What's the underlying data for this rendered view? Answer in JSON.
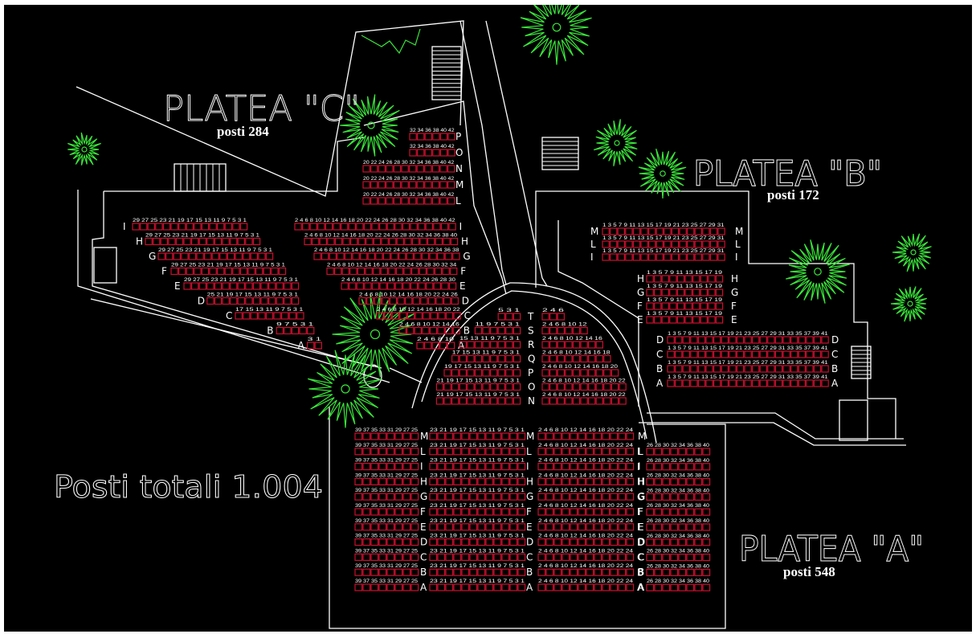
{
  "sections": {
    "c": {
      "title": "PLATEA \"C\"",
      "seats": "posti 284"
    },
    "b": {
      "title": "PLATEA \"B\"",
      "seats": "posti 172"
    },
    "a": {
      "title": "PLATEA \"A\"",
      "seats": "posti 548"
    }
  },
  "total": "Posti totali 1.004",
  "colors": {
    "background": "#000000",
    "lines": "#ffffff",
    "seats": "#c8102e",
    "trees": "#39e639"
  },
  "blocks": [
    {
      "id": "c-top",
      "rows": [
        {
          "row": "P",
          "nums": "32 34 36 38 40 42",
          "n": 6
        },
        {
          "row": "O",
          "nums": "32 34 36 38 40 42",
          "n": 6
        },
        {
          "row": "N",
          "nums": "20 22 24 26 28 30 32 34 36 38 40 42",
          "n": 12
        },
        {
          "row": "M",
          "nums": "20 22 24 26 28 30 32 34 36 38 40 42",
          "n": 12
        },
        {
          "row": "L",
          "nums": "20 22 24 26 28 30 32 34 36 38 40 42",
          "n": 12
        }
      ]
    },
    {
      "id": "c-left",
      "rows": [
        {
          "row": "I",
          "nums": "29 27 25 23 21 19 17 15 13 11 9 7 5 3 1",
          "n": 15
        },
        {
          "row": "H",
          "nums": "29 27 25 23 21 19 17 15 13 11 9 7 5 3 1",
          "n": 15
        },
        {
          "row": "G",
          "nums": "29 27 25 23 21 19 17 15 13 11 9 7 5 3 1",
          "n": 15
        },
        {
          "row": "F",
          "nums": "29 27 25 23 21 19 17 15 13 11 9 7 5 3 1",
          "n": 15
        },
        {
          "row": "E",
          "nums": "29 27 25 23 21 19 17 15 13 11 9 7 5 3 1",
          "n": 15
        },
        {
          "row": "D",
          "nums": "25 21 19 17 15 13 11 9 7 5 3 1",
          "n": 12
        },
        {
          "row": "C",
          "nums": "17 15 13 11 9 7 5 3 1",
          "n": 9
        },
        {
          "row": "B",
          "nums": "9 7 5 3 1",
          "n": 5
        },
        {
          "row": "A",
          "nums": "3 1",
          "n": 2
        }
      ]
    },
    {
      "id": "c-right",
      "rows": [
        {
          "row": "I",
          "nums": "2 4 6 8 10 12 14 16 18 20 22 24 26 28 30 32 34 36 38 40 42",
          "n": 21
        },
        {
          "row": "H",
          "nums": "2 4 6 8 10 12 14 16 18 20 22 24 26 28 30 32 34 36 38 40",
          "n": 20
        },
        {
          "row": "G",
          "nums": "2 4 6 8 10 12 14 16 18 20 22 24 26 28 30 32 34 36 38",
          "n": 19
        },
        {
          "row": "F",
          "nums": "2 4 6 8 10 12 14 16 18 20 22 24 26 28 30 32 34",
          "n": 17
        },
        {
          "row": "E",
          "nums": "2 4 6 8 10 12 14 16 18 20 22 24 26 28 30",
          "n": 15
        },
        {
          "row": "D",
          "nums": "2 4 6 8 10 12 14 16 18 20 22 24 26",
          "n": 13
        },
        {
          "row": "C",
          "nums": "2 4 6 8 10 12 14 16 18 20 22",
          "n": 11
        },
        {
          "row": "B",
          "nums": "2 4 6 8 10 12 14 16",
          "n": 8
        },
        {
          "row": "A",
          "nums": "2 4 6 8 10",
          "n": 5
        }
      ]
    },
    {
      "id": "b-top",
      "rows": [
        {
          "row": "M",
          "nums": "1 3 5 7 9 11 13 15 17 19 21 23 25 27 29 31",
          "n": 16
        },
        {
          "row": "L",
          "nums": "1 3 5 7 9 11 13 15 17 19 21 23 25 27 29 31",
          "n": 16
        },
        {
          "row": "I",
          "nums": "1 3 5 7 9 11 13 15 17 19 21 23 25 27 29 31",
          "n": 16
        }
      ]
    },
    {
      "id": "b-mid",
      "rows": [
        {
          "row": "H",
          "nums": "1 3 5 7 9 11 13 15 17 19",
          "n": 10
        },
        {
          "row": "G",
          "nums": "1 3 5 7 9 11 13 15 17 19",
          "n": 10
        },
        {
          "row": "F",
          "nums": "1 3 5 7 9 11 13 15 17 19",
          "n": 10
        },
        {
          "row": "E",
          "nums": "1 3 5 7 9 11 13 15 17 19",
          "n": 10
        }
      ]
    },
    {
      "id": "b-bot",
      "rows": [
        {
          "row": "D",
          "nums": "1 3 5 7 9 11 13 15 17 19 21 23 25 27 29 31 33 35 37 39 41",
          "n": 21
        },
        {
          "row": "C",
          "nums": "1 3 5 7 9 11 13 15 17 19 21 23 25 27 29 31 33 35 37 39 41",
          "n": 21
        },
        {
          "row": "B",
          "nums": "1 3 5 7 9 11 13 15 17 19 21 23 25 27 29 31 33 35 37 39 41",
          "n": 21
        },
        {
          "row": "A",
          "nums": "1 3 5 7 9 11 13 15 17 19 21 23 25 27 29 31 33 35 37 39 41",
          "n": 21
        }
      ]
    },
    {
      "id": "stage-left",
      "rows": [
        {
          "row": "T",
          "nums": "5 3 1",
          "n": 3
        },
        {
          "row": "S",
          "nums": "11 9 7 5 3 1",
          "n": 6
        },
        {
          "row": "R",
          "nums": "15 13 11 9 7 5 3 1",
          "n": 8
        },
        {
          "row": "Q",
          "nums": "17 15 13 11 9 7 5 3 1",
          "n": 9
        },
        {
          "row": "P",
          "nums": "19 17 15 13 11 9 7 5 3 1",
          "n": 10
        },
        {
          "row": "O",
          "nums": "21 19 17 15 13 11 9 7 5 3 1",
          "n": 11
        },
        {
          "row": "N",
          "nums": "21 19 17 15 13 11 9 7 5 3 1",
          "n": 11
        }
      ]
    },
    {
      "id": "stage-right",
      "rows": [
        {
          "row": "T",
          "nums": "2 4 6",
          "n": 3
        },
        {
          "row": "S",
          "nums": "2 4 6 8 10 12",
          "n": 6
        },
        {
          "row": "R",
          "nums": "2 4 6 8 10 12 14 16",
          "n": 8
        },
        {
          "row": "Q",
          "nums": "2 4 6 8 10 12 14 16 18",
          "n": 9
        },
        {
          "row": "P",
          "nums": "2 4 6 8 10 12 14 16 18 20",
          "n": 10
        },
        {
          "row": "O",
          "nums": "2 4 6 8 10 12 14 16 18 20 22",
          "n": 11
        },
        {
          "row": "N",
          "nums": "2 4 6 8 10 12 14 16 18 20 22",
          "n": 11
        }
      ]
    },
    {
      "id": "a-1",
      "rows": [
        {
          "row": "M",
          "nums": "39 37 35 33 31 29 27 25",
          "n": 8
        },
        {
          "row": "L",
          "nums": "39 37 35 33 31 29 27 25",
          "n": 8
        },
        {
          "row": "I",
          "nums": "39 37 35 33 31 29 27 25",
          "n": 8
        },
        {
          "row": "H",
          "nums": "39 37 35 33 31 29 27 25",
          "n": 8
        },
        {
          "row": "G",
          "nums": "39 37 35 33 31 29 27 25",
          "n": 8
        },
        {
          "row": "F",
          "nums": "39 37 35 33 31 29 27 25",
          "n": 8
        },
        {
          "row": "E",
          "nums": "39 37 35 33 31 29 27 25",
          "n": 8
        },
        {
          "row": "D",
          "nums": "39 37 35 33 31 29 27 25",
          "n": 8
        },
        {
          "row": "C",
          "nums": "39 37 35 33 31 29 27 25",
          "n": 8
        },
        {
          "row": "B",
          "nums": "39 37 35 33 31 29 27 25",
          "n": 8
        },
        {
          "row": "A",
          "nums": "39 37 35 33 31 29 27 25",
          "n": 8
        }
      ]
    },
    {
      "id": "a-2",
      "rows": [
        {
          "row": "M",
          "nums": "23 21 19 17 15 13 11 9 7 5 3 1",
          "n": 12
        },
        {
          "row": "L",
          "nums": "23 21 19 17 15 13 11 9 7 5 3 1",
          "n": 12
        },
        {
          "row": "I",
          "nums": "23 21 19 17 15 13 11 9 7 5 3 1",
          "n": 12
        },
        {
          "row": "H",
          "nums": "23 21 19 17 15 13 11 9 7 5 3 1",
          "n": 12
        },
        {
          "row": "G",
          "nums": "23 21 19 17 15 13 11 9 7 5 3 1",
          "n": 12
        },
        {
          "row": "F",
          "nums": "23 21 19 17 15 13 11 9 7 5 3 1",
          "n": 12
        },
        {
          "row": "E",
          "nums": "23 21 19 17 15 13 11 9 7 5 3 1",
          "n": 12
        },
        {
          "row": "D",
          "nums": "23 21 19 17 15 13 11 9 7 5 3 1",
          "n": 12
        },
        {
          "row": "C",
          "nums": "23 21 19 17 15 13 11 9 7 5 3 1",
          "n": 12
        },
        {
          "row": "B",
          "nums": "23 21 19 17 15 13 11 9 7 5 3 1",
          "n": 12
        },
        {
          "row": "A",
          "nums": "23 21 19 17 15 13 11 9 7 5 3 1",
          "n": 12
        }
      ]
    },
    {
      "id": "a-3",
      "rows": [
        {
          "row": "M",
          "nums": "2 4 6 8 10 12 14 16 18 20 22 24",
          "n": 12
        },
        {
          "row": "L",
          "nums": "2 4 6 8 10 12 14 16 18 20 22 24",
          "n": 12
        },
        {
          "row": "I",
          "nums": "2 4 6 8 10 12 14 16 18 20 22 24",
          "n": 12
        },
        {
          "row": "H",
          "nums": "2 4 6 8 10 12 14 16 18 20 22 24",
          "n": 12
        },
        {
          "row": "G",
          "nums": "2 4 6 8 10 12 14 16 18 20 22 24",
          "n": 12
        },
        {
          "row": "F",
          "nums": "2 4 6 8 10 12 14 16 18 20 22 24",
          "n": 12
        },
        {
          "row": "E",
          "nums": "2 4 6 8 10 12 14 16 18 20 22 24",
          "n": 12
        },
        {
          "row": "D",
          "nums": "2 4 6 8 10 12 14 16 18 20 22 24",
          "n": 12
        },
        {
          "row": "C",
          "nums": "2 4 6 8 10 12 14 16 18 20 22 24",
          "n": 12
        },
        {
          "row": "B",
          "nums": "2 4 6 8 10 12 14 16 18 20 22 24",
          "n": 12
        },
        {
          "row": "A",
          "nums": "2 4 6 8 10 12 14 16 18 20 22 24",
          "n": 12
        }
      ]
    },
    {
      "id": "a-4",
      "rows": [
        {
          "row": "L",
          "nums": "26 28 30 32 34 36 38 40",
          "n": 8
        },
        {
          "row": "I",
          "nums": "26 28 30 32 34 36 38 40",
          "n": 8
        },
        {
          "row": "H",
          "nums": "26 28 30 32 34 36 38 40",
          "n": 8
        },
        {
          "row": "G",
          "nums": "26 28 30 32 34 36 38 40",
          "n": 8
        },
        {
          "row": "F",
          "nums": "26 28 30 32 34 36 38 40",
          "n": 8
        },
        {
          "row": "E",
          "nums": "26 28 30 32 34 36 38 40",
          "n": 8
        },
        {
          "row": "D",
          "nums": "26 28 30 32 34 36 38 40",
          "n": 8
        },
        {
          "row": "C",
          "nums": "26 28 30 32 34 36 38 40",
          "n": 8
        },
        {
          "row": "B",
          "nums": "26 28 30 32 34 36 38 40",
          "n": 8
        },
        {
          "row": "A",
          "nums": "26 28 30 32 34 36 38 40",
          "n": 8
        }
      ]
    }
  ]
}
